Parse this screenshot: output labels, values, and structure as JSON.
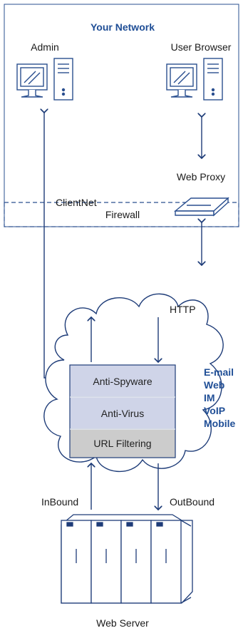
{
  "network": {
    "title": "Your Network",
    "admin_label": "Admin",
    "user_browser_label": "User Browser",
    "web_proxy_label": "Web Proxy",
    "clientnet_label": "ClientNet"
  },
  "firewall": {
    "label": "Firewall"
  },
  "cloud": {
    "http_label": "HTTP",
    "layers": [
      "Anti-Spyware",
      "Anti-Virus",
      "URL Filtering"
    ],
    "services": [
      "E-mail",
      "Web",
      "IM",
      "VoIP",
      "Mobile"
    ]
  },
  "flow": {
    "inbound_label": "InBound",
    "outbound_label": "OutBound"
  },
  "server": {
    "label": "Web Server"
  },
  "colors": {
    "frame": "#2a4f8f",
    "text_blue": "#1f4e96",
    "layer_blue": "#cfd4e8",
    "layer_gray": "#cccccc",
    "stroke": "#1e3c78"
  }
}
